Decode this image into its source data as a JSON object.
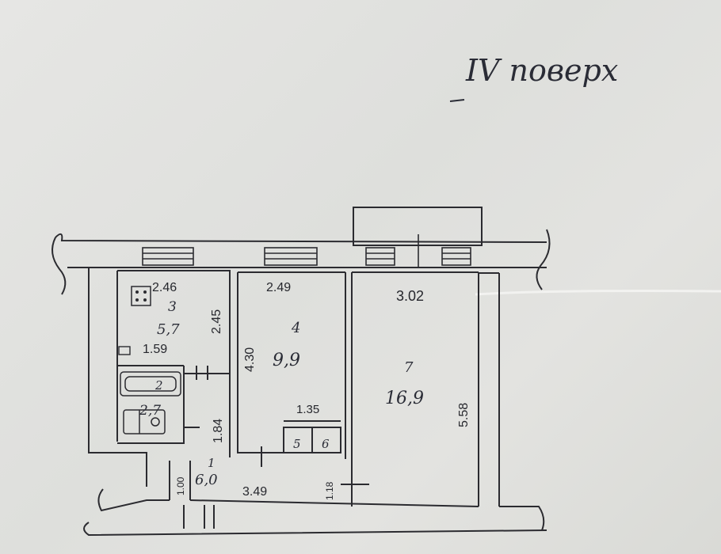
{
  "header": {
    "floor_label": "IV поверх"
  },
  "rooms": [
    {
      "number": "3",
      "area": "5,7"
    },
    {
      "number": "4",
      "area": "9,9"
    },
    {
      "number": "7",
      "area": "16,9"
    },
    {
      "number": "2",
      "area": "2,7"
    },
    {
      "number": "1",
      "area": "6,0"
    },
    {
      "number": "5"
    },
    {
      "number": "6"
    }
  ],
  "dimensions": {
    "kitchen_width": "2.46",
    "kitchen_depth": "2.45",
    "kitchen_inner": "1.59",
    "room4_width": "2.49",
    "room4_depth": "4.30",
    "room7_width": "3.02",
    "room7_depth": "5.58",
    "closet_width": "1.35",
    "hall_depth": "1.84",
    "hall_width": "3.49",
    "hall_side": "1.00",
    "hall_step": "1.18"
  }
}
